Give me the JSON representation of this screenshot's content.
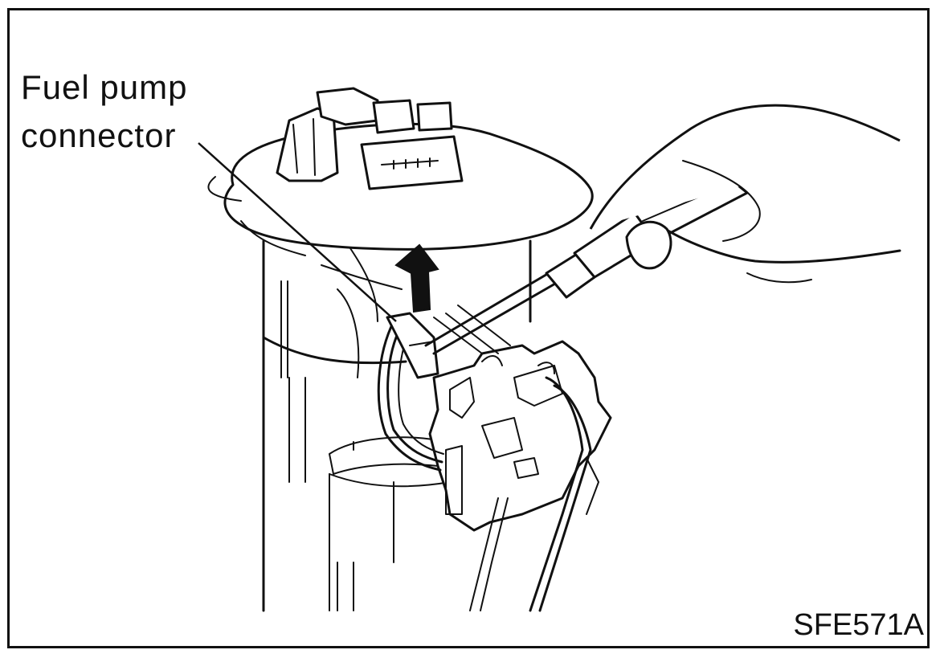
{
  "callout": {
    "line1": "Fuel pump",
    "line2": "connector"
  },
  "figure_code": "SFE571A",
  "colors": {
    "ink": "#111111",
    "paper": "#ffffff"
  },
  "icons": [
    "up-arrow-icon"
  ]
}
